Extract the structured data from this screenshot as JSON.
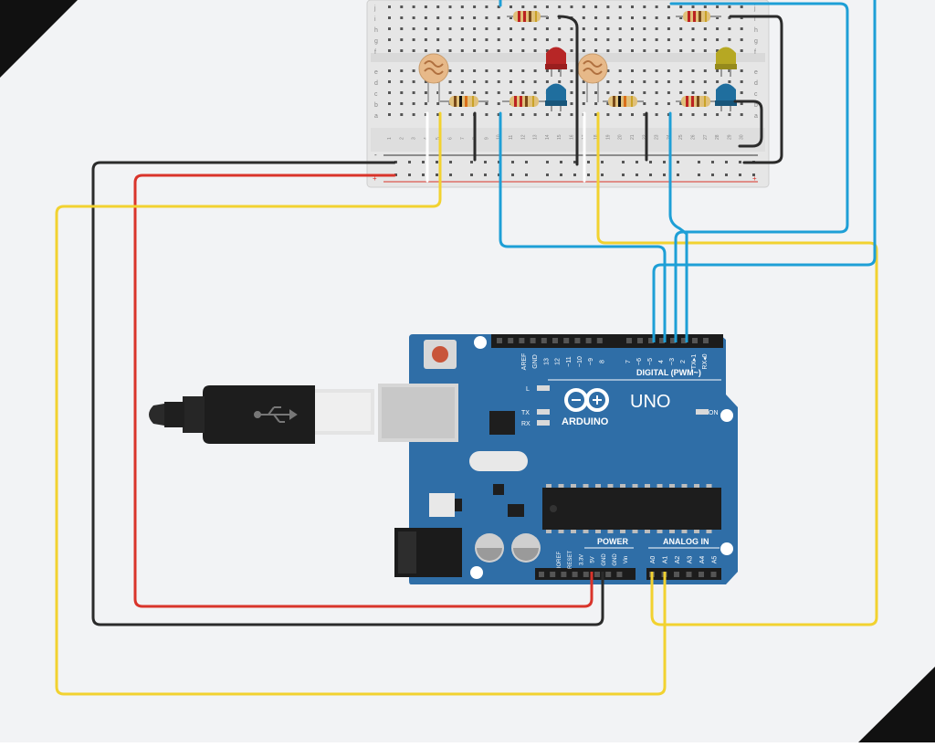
{
  "board": {
    "brand": "ARDUINO",
    "model": "UNO",
    "digital_header_title": "DIGITAL (PWM~)",
    "power_header_title": "POWER",
    "analog_header_title": "ANALOG IN",
    "led_l": "L",
    "led_tx": "TX",
    "led_rx": "RX",
    "led_on": "ON",
    "digital_pins": [
      "AREF",
      "GND",
      "13",
      "12",
      "~11",
      "~10",
      "~9",
      "8",
      "7",
      "~6",
      "~5",
      "4",
      "~3",
      "2",
      "TX▸1",
      "RX◂0"
    ],
    "power_pins": [
      "IOREF",
      "RESET",
      "3.3V",
      "5V",
      "GND",
      "GND",
      "Vin"
    ],
    "analog_pins": [
      "A0",
      "A1",
      "A2",
      "A3",
      "A4",
      "A5"
    ]
  },
  "breadboard": {
    "row_letters_top": [
      "j",
      "i",
      "h",
      "g",
      "f"
    ],
    "row_letters_bottom": [
      "e",
      "d",
      "c",
      "b",
      "a"
    ],
    "rail_plus": "+",
    "rail_minus": "-",
    "column_numbers": [
      "1",
      "2",
      "3",
      "4",
      "5",
      "6",
      "7",
      "8",
      "9",
      "10",
      "11",
      "12",
      "13",
      "14",
      "15",
      "16",
      "17",
      "18",
      "19",
      "20",
      "21",
      "22",
      "23",
      "24",
      "25",
      "26",
      "27",
      "28",
      "29",
      "30"
    ]
  },
  "colors": {
    "canvas": "#f2f3f5",
    "board": "#2f6ea7",
    "wire_black": "#2b2b2b",
    "wire_red": "#d9342b",
    "wire_yellow": "#f2d230",
    "wire_blue": "#1e9fd6",
    "led_red": "#b72626",
    "led_blue": "#1f6e9e",
    "led_yellow": "#b6a823"
  }
}
